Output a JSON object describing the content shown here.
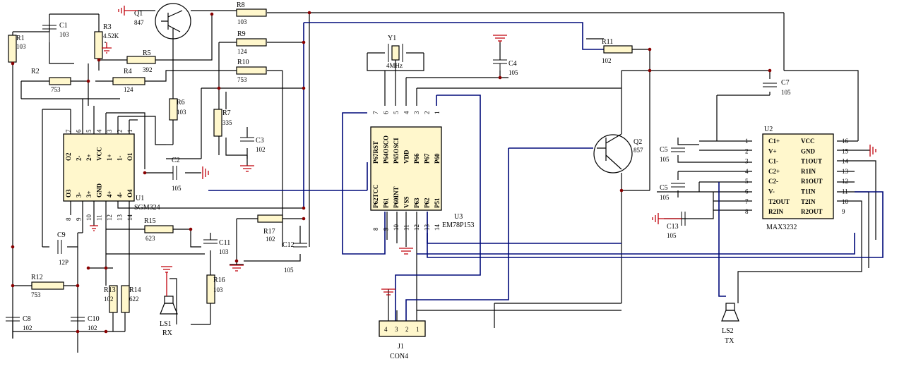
{
  "components": {
    "R1": {
      "ref": "R1",
      "val": "103"
    },
    "C1": {
      "ref": "C1",
      "val": "103"
    },
    "R3": {
      "ref": "R3",
      "val": "4.52K"
    },
    "Q1": {
      "ref": "Q1",
      "val": "847"
    },
    "R8": {
      "ref": "R8",
      "val": "103"
    },
    "R9": {
      "ref": "R9",
      "val": "124"
    },
    "R10": {
      "ref": "R10",
      "val": "753"
    },
    "R5": {
      "ref": "R5",
      "val": "392"
    },
    "R4": {
      "ref": "R4",
      "val": "124"
    },
    "R2": {
      "ref": "R2",
      "val": "753"
    },
    "R6": {
      "ref": "R6",
      "val": "103"
    },
    "R7": {
      "ref": "R7",
      "val": "335"
    },
    "C3": {
      "ref": "C3",
      "val": "102"
    },
    "C2": {
      "ref": "C2",
      "val": "105"
    },
    "U1": {
      "ref": "U1",
      "val": "SGM324"
    },
    "R15": {
      "ref": "R15",
      "val": "623"
    },
    "C11": {
      "ref": "C11",
      "val": "103"
    },
    "R17": {
      "ref": "R17",
      "val": "102"
    },
    "C12": {
      "ref": "C12",
      "val": "105"
    },
    "C9": {
      "ref": "C9",
      "val": "12P"
    },
    "R12": {
      "ref": "R12",
      "val": "753"
    },
    "R13": {
      "ref": "R13",
      "val": "102"
    },
    "R14": {
      "ref": "R14",
      "val": "622"
    },
    "R16": {
      "ref": "R16",
      "val": "103"
    },
    "C8": {
      "ref": "C8",
      "val": "102"
    },
    "C10": {
      "ref": "C10",
      "val": "102"
    },
    "LS1": {
      "ref": "LS1",
      "val": "RX"
    },
    "Y1": {
      "ref": "Y1",
      "val": "4MHz"
    },
    "C4": {
      "ref": "C4",
      "val": "105"
    },
    "R11": {
      "ref": "R11",
      "val": "102"
    },
    "U3": {
      "ref": "U3",
      "val": "EM78P153"
    },
    "J1": {
      "ref": "J1",
      "val": "CON4"
    },
    "Q2": {
      "ref": "Q2",
      "val": "857"
    },
    "C7": {
      "ref": "C7",
      "val": "105"
    },
    "C5a": {
      "ref": "C5",
      "val": "105"
    },
    "C5b": {
      "ref": "C5",
      "val": "105"
    },
    "C13": {
      "ref": "C13",
      "val": "105"
    },
    "U2": {
      "ref": "U2",
      "val": "MAX3232"
    },
    "LS2": {
      "ref": "LS2",
      "val": "TX"
    }
  },
  "u1_pins": {
    "top_names": [
      "O2",
      "2-",
      "2+",
      "VCC",
      "1+",
      "1-",
      "O1"
    ],
    "top_nums": [
      "7",
      "6",
      "5",
      "4",
      "3",
      "2",
      "1"
    ],
    "bot_names": [
      "O3",
      "3-",
      "3+",
      "GND",
      "4+",
      "4-",
      "O4"
    ],
    "bot_nums": [
      "8",
      "9",
      "10",
      "11",
      "12",
      "13",
      "14"
    ]
  },
  "u3_pins": {
    "top_names": [
      "P67RST",
      "P64OSCO",
      "P65OSCI",
      "VDD",
      "P66",
      "P67",
      "P60"
    ],
    "top_nums": [
      "7",
      "6",
      "5",
      "4",
      "3",
      "2",
      "1"
    ],
    "bot_names": [
      "P62TCC",
      "P61",
      "P60INT",
      "VSS",
      "P63",
      "P62",
      "P51"
    ],
    "bot_nums": [
      "8",
      "9",
      "10",
      "11",
      "12",
      "13",
      "14"
    ]
  },
  "u2_pins": {
    "left_names": [
      "C1+",
      "V+",
      "C1-",
      "C2+",
      "C2-",
      "V-",
      "T2OUT",
      "R2IN"
    ],
    "left_nums": [
      "1",
      "2",
      "3",
      "4",
      "5",
      "6",
      "7",
      "8"
    ],
    "right_names": [
      "VCC",
      "GND",
      "T1OUT",
      "R1IN",
      "R1OUT",
      "T1IN",
      "T2IN",
      "R2OUT"
    ],
    "right_nums": [
      "16",
      "15",
      "14",
      "13",
      "12",
      "11",
      "10",
      "9"
    ]
  },
  "j1_pins": [
    "4",
    "3",
    "2",
    "1"
  ]
}
